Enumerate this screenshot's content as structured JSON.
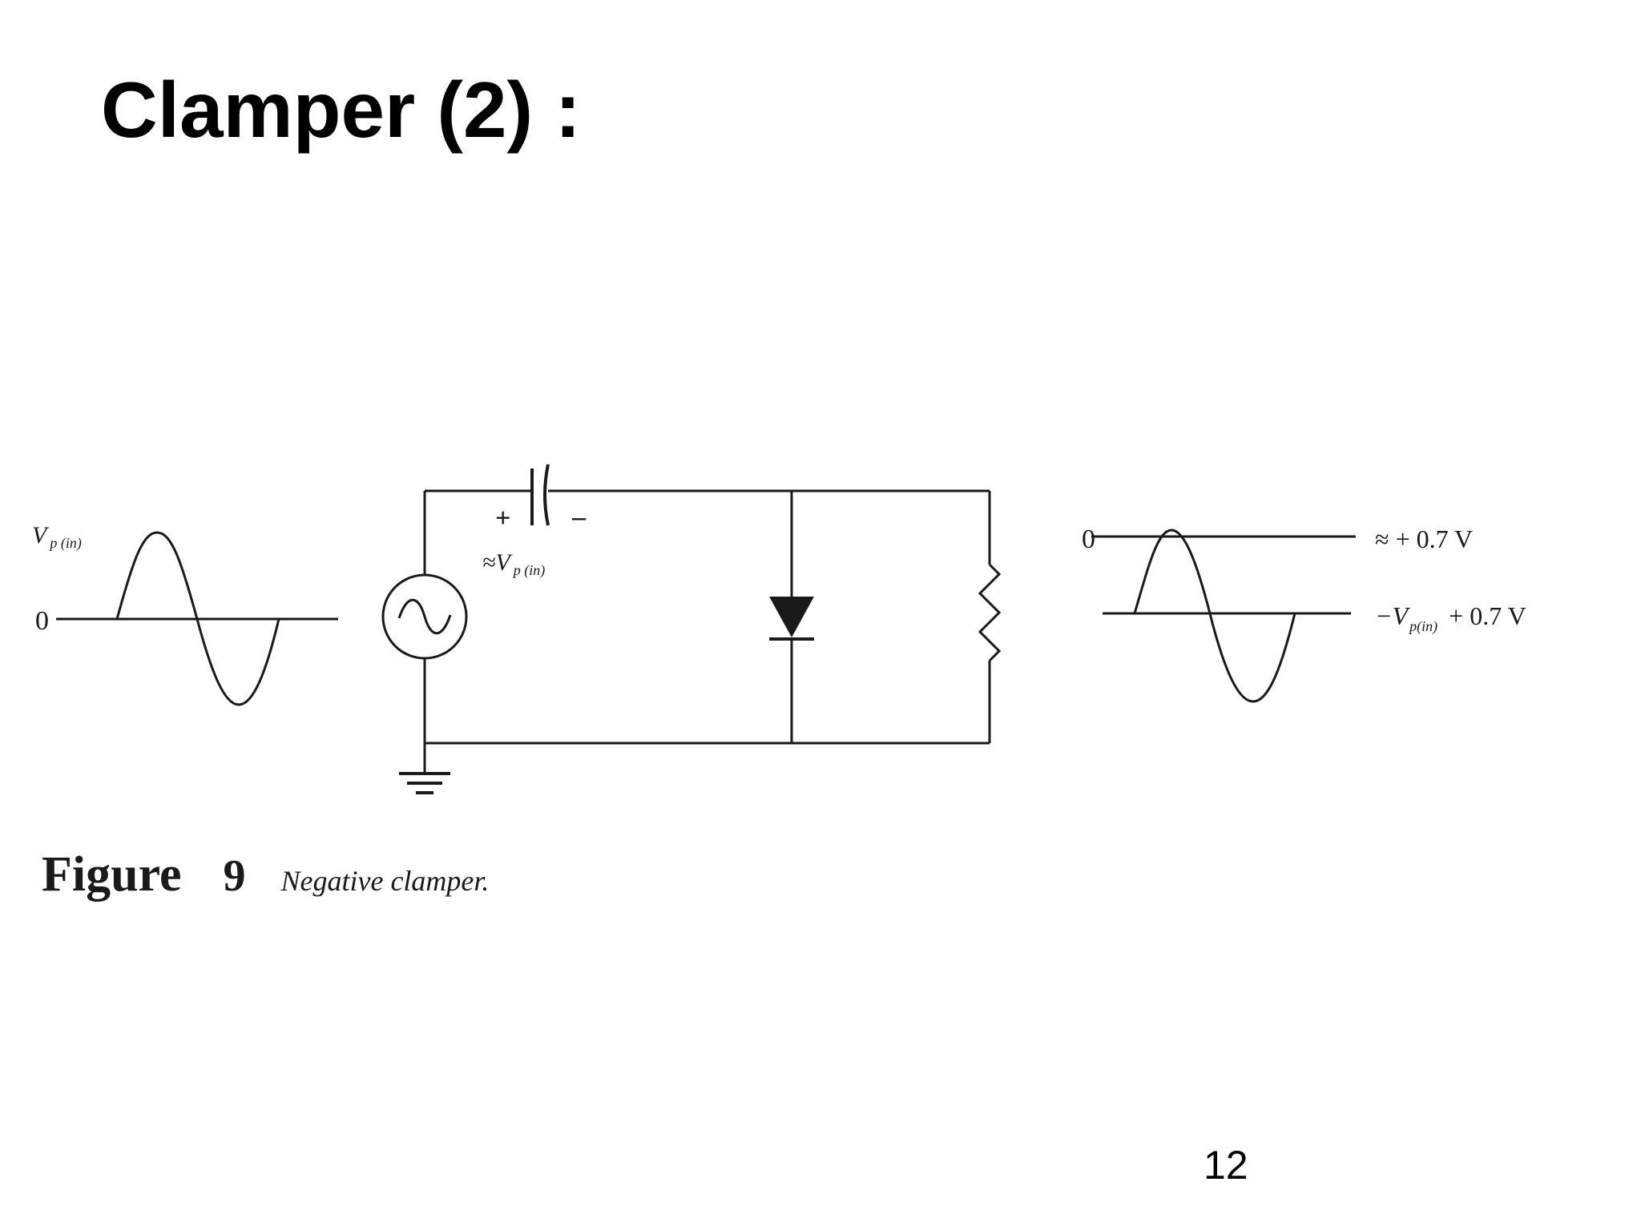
{
  "slide": {
    "title": "Clamper (2) :",
    "page_number": "12"
  },
  "input_waveform": {
    "peak_label_main": "V",
    "peak_label_sub": "p (in)",
    "zero_label": "0"
  },
  "circuit": {
    "capacitor_plus": "+",
    "capacitor_minus": "–",
    "capacitor_voltage_prefix": "≈",
    "capacitor_voltage_main": "V",
    "capacitor_voltage_sub": "p (in)",
    "source_symbol": "~"
  },
  "output_waveform": {
    "zero_label": "0",
    "top_level_label": "≈ + 0.7 V",
    "bottom_level_prefix": "−V",
    "bottom_level_sub": "p(in)",
    "bottom_level_suffix": "+ 0.7 V"
  },
  "caption": {
    "figure_word": "Figure",
    "figure_number": "9",
    "figure_title": "Negative clamper."
  },
  "colors": {
    "ink": "#1a1a1a",
    "background": "#ffffff"
  }
}
